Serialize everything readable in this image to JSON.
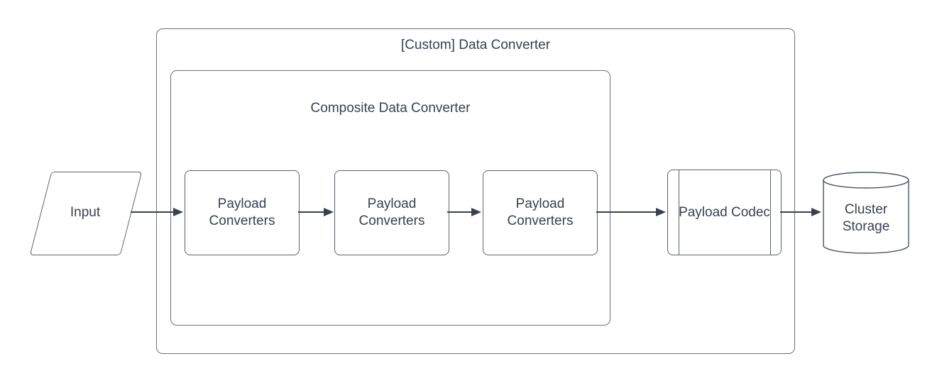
{
  "diagram": {
    "outer_container": {
      "title": "[Custom] Data Converter"
    },
    "composite_container": {
      "title": "Composite Data Converter"
    },
    "nodes": {
      "input": {
        "label": "Input",
        "shape": "parallelogram"
      },
      "payload_converters": [
        {
          "label": "Payload Converters",
          "shape": "rounded-rectangle"
        },
        {
          "label": "Payload Converters",
          "shape": "rounded-rectangle"
        },
        {
          "label": "Payload Converters",
          "shape": "rounded-rectangle"
        }
      ],
      "payload_codec": {
        "label": "Payload Codec",
        "shape": "predefined-process"
      },
      "cluster_storage": {
        "label": "Cluster Storage",
        "shape": "cylinder"
      }
    },
    "flow": [
      "Input -> Payload Converters (1)",
      "Payload Converters (1) -> Payload Converters (2)",
      "Payload Converters (2) -> Payload Converters (3)",
      "Payload Converters (3) -> Payload Codec",
      "Payload Codec -> Cluster Storage"
    ],
    "colors": {
      "background": "#ffffff",
      "shape_stroke": "#59616e",
      "container_stroke": "#6b717c",
      "arrow": "#39414e",
      "text": "#39414e"
    }
  }
}
